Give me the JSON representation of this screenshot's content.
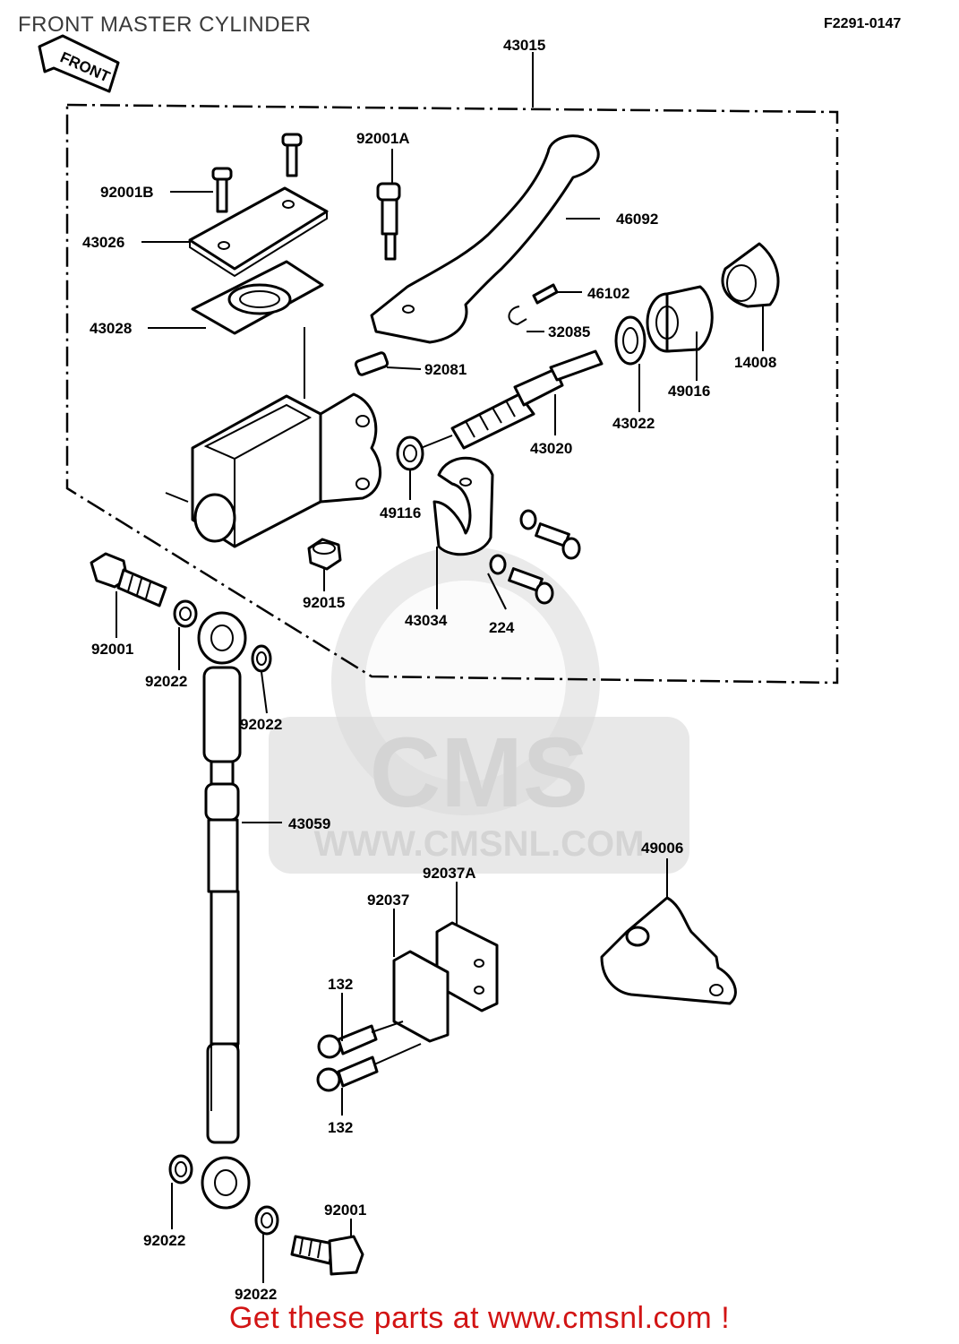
{
  "header": {
    "title": "FRONT MASTER CYLINDER",
    "figure_code": "F2291-0147"
  },
  "direction_tag": "FRONT",
  "watermark": {
    "brand": "CMS",
    "url": "WWW.CMSNL.COM"
  },
  "labels": {
    "p43015": "43015",
    "p92001A": "92001A",
    "p46092": "46092",
    "p92001B": "92001B",
    "p43026": "43026",
    "p43028": "43028",
    "p46102": "46102",
    "p32085": "32085",
    "p14008": "14008",
    "p92081": "92081",
    "p49016": "49016",
    "p43022": "43022",
    "p43020": "43020",
    "p49116": "49116",
    "p92015": "92015",
    "p43034": "43034",
    "p224": "224",
    "p92001_top": "92001",
    "p92022_a": "92022",
    "p92022_b": "92022",
    "p43059": "43059",
    "p49006": "49006",
    "p92037A": "92037A",
    "p92037": "92037",
    "p132_a": "132",
    "p132_b": "132",
    "p92022_c": "92022",
    "p92001_bottom": "92001",
    "p92022_d": "92022"
  },
  "footer": {
    "text": "Get these parts at www.cmsnl.com !"
  },
  "colors": {
    "footer_text": "#d21414",
    "line_art": "#000000",
    "watermark": "#d9d9d9"
  }
}
